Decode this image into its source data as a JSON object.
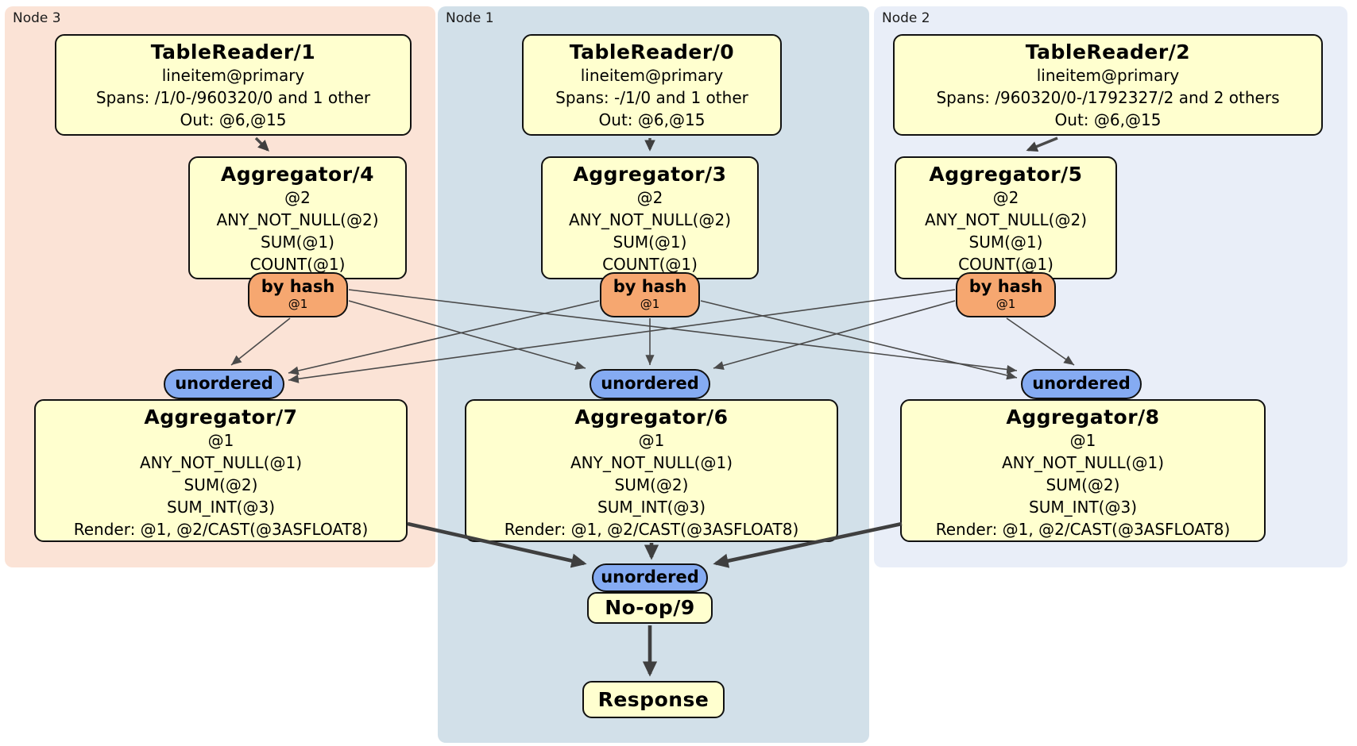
{
  "colors": {
    "processor_fill": "#ffffcf",
    "processor_border": "#111111",
    "router_fill": "#f6a770",
    "sync_fill": "#85abf2",
    "node3_bg": "#fbe3d6",
    "node1_bg": "#d2e0e9",
    "node2_bg": "#e9eef8",
    "edge_color": "#4a4a4a"
  },
  "regions": [
    {
      "label": "Node 3",
      "tablereader": {
        "title": "TableReader/1",
        "lines": [
          "lineitem@primary",
          "Spans: /1/0-/960320/0 and 1 other",
          "Out: @6,@15"
        ]
      },
      "aggregator_top": {
        "title": "Aggregator/4",
        "lines": [
          "@2",
          "ANY_NOT_NULL(@2)",
          "SUM(@1)",
          "COUNT(@1)"
        ]
      },
      "router": {
        "label": "by hash",
        "key": "@1"
      },
      "sync_label": "unordered",
      "aggregator_bottom": {
        "title": "Aggregator/7",
        "lines": [
          "@1",
          "ANY_NOT_NULL(@1)",
          "SUM(@2)",
          "SUM_INT(@3)",
          "Render: @1, @2/CAST(@3ASFLOAT8)"
        ]
      }
    },
    {
      "label": "Node 1",
      "tablereader": {
        "title": "TableReader/0",
        "lines": [
          "lineitem@primary",
          "Spans: -/1/0 and 1 other",
          "Out: @6,@15"
        ]
      },
      "aggregator_top": {
        "title": "Aggregator/3",
        "lines": [
          "@2",
          "ANY_NOT_NULL(@2)",
          "SUM(@1)",
          "COUNT(@1)"
        ]
      },
      "router": {
        "label": "by hash",
        "key": "@1"
      },
      "sync_label": "unordered",
      "aggregator_bottom": {
        "title": "Aggregator/6",
        "lines": [
          "@1",
          "ANY_NOT_NULL(@1)",
          "SUM(@2)",
          "SUM_INT(@3)",
          "Render: @1, @2/CAST(@3ASFLOAT8)"
        ]
      }
    },
    {
      "label": "Node 2",
      "tablereader": {
        "title": "TableReader/2",
        "lines": [
          "lineitem@primary",
          "Spans: /960320/0-/1792327/2 and 2 others",
          "Out: @6,@15"
        ]
      },
      "aggregator_top": {
        "title": "Aggregator/5",
        "lines": [
          "@2",
          "ANY_NOT_NULL(@2)",
          "SUM(@1)",
          "COUNT(@1)"
        ]
      },
      "router": {
        "label": "by hash",
        "key": "@1"
      },
      "sync_label": "unordered",
      "aggregator_bottom": {
        "title": "Aggregator/8",
        "lines": [
          "@1",
          "ANY_NOT_NULL(@1)",
          "SUM(@2)",
          "SUM_INT(@3)",
          "Render: @1, @2/CAST(@3ASFLOAT8)"
        ]
      }
    }
  ],
  "final": {
    "sync_label": "unordered",
    "noop_title": "No-op/9",
    "response_title": "Response"
  }
}
